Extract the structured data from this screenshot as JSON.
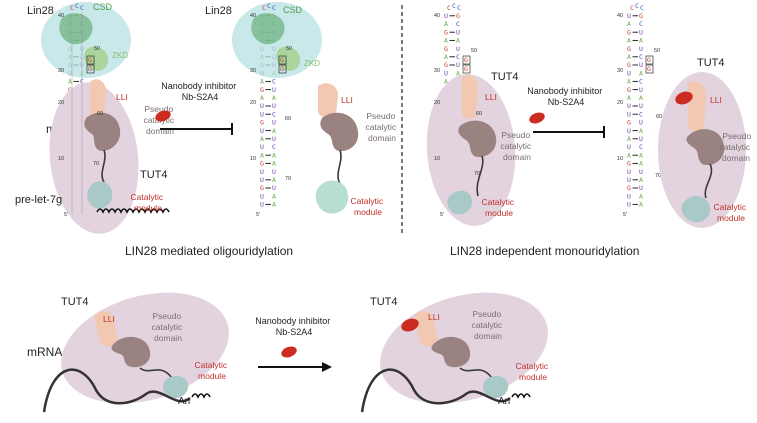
{
  "panels": {
    "mirna_row_label": "miRNA",
    "mrna_row_label": "mRNA",
    "panel1": {
      "lin28": "Lin28",
      "csd": "CSD",
      "zkd": "ZKD",
      "tut4": "TUT4",
      "pre_let7g": "pre-let-7g",
      "lli": "LLI",
      "pseudo": [
        "Pseudo",
        "catalytic",
        "domain"
      ],
      "catalytic": [
        "Catalytic",
        "module"
      ],
      "caption": "LIN28 mediated oligouridylation"
    },
    "panel2": {
      "lin28": "Lin28",
      "csd": "CSD",
      "zkd": "ZKD",
      "lli": "LLI",
      "pseudo": [
        "Pseudo",
        "catalytic",
        "domain"
      ],
      "catalytic": [
        "Catalytic",
        "module"
      ]
    },
    "inhibitor_1": [
      "Nanobody inhibitor",
      "Nb-S2A4"
    ],
    "panel3": {
      "tut4": "TUT4",
      "lli": "LLI",
      "pseudo": [
        "Pseudo",
        "catalytic",
        "domain"
      ],
      "catalytic": [
        "Catalytic",
        "module"
      ],
      "caption": "LIN28 independent monouridylation"
    },
    "inhibitor_2": [
      "Nanobody inhibitor",
      "Nb-S2A4"
    ],
    "panel4": {
      "tut4": "TUT4",
      "lli": "LLI",
      "pseudo": [
        "Pseudo",
        "catalytic",
        "domain"
      ],
      "catalytic": [
        "Catalytic",
        "module"
      ]
    },
    "panel5": {
      "tut4": "TUT4",
      "lli": "LLI",
      "pseudo": [
        "Pseudo",
        "catalytic",
        "domain"
      ],
      "catalytic": [
        "Catalytic",
        "module"
      ],
      "polya": "An"
    },
    "inhibitor_3": [
      "Nanobody inhibitor",
      "Nb-S2A4"
    ],
    "panel6": {
      "tut4": "TUT4",
      "lli": "LLI",
      "pseudo": [
        "Pseudo",
        "catalytic",
        "domain"
      ],
      "catalytic": [
        "Catalytic",
        "module"
      ],
      "polya": "An"
    },
    "stem_ticks": [
      "40",
      "50",
      "30",
      "20",
      "60",
      "10",
      "70",
      "5'"
    ],
    "colors": {
      "lin28_circle": "#b6e0e2",
      "csd": "#5aa768",
      "zkd": "#9fcf82",
      "tut4_body": "#e3d3df",
      "lli": "#f2c9b0",
      "pseudo": "#9a8280",
      "catalytic": "#a9c9c6",
      "catalytic_free": "#b8ddd3",
      "nanobody": "#cc2b22",
      "label_red": "#c0302a",
      "label_green": "#4f9a4f",
      "label_grey": "#7a6f6f"
    }
  }
}
